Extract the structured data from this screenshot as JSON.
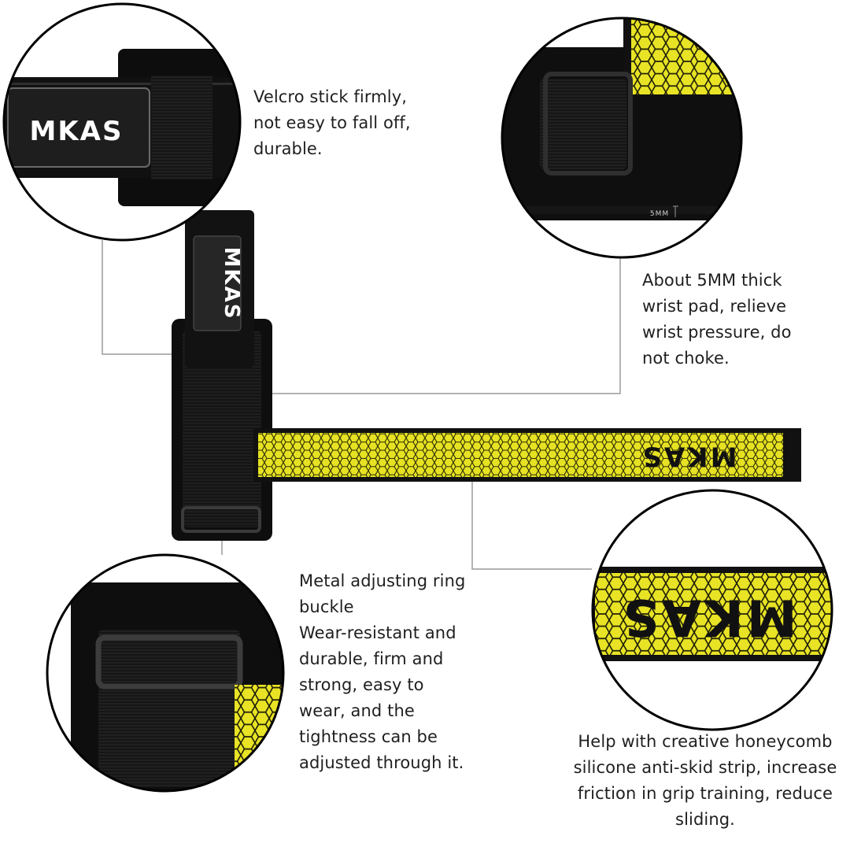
{
  "brand": {
    "logo_text": "MKAS"
  },
  "colors": {
    "strap_black": "#111111",
    "strap_yellow": "#e6e223",
    "honeycomb_line": "#1a1a00",
    "leader_line": "#9a9a9a",
    "circle_border": "#000000"
  },
  "callouts": {
    "velcro": "Velcro stick firmly,\nnot easy to fall off,\ndurable.",
    "pad": "About 5MM thick\nwrist pad, relieve\nwrist pressure, do\nnot choke.",
    "buckle": "Metal adjusting ring\nbuckle\nWear-resistant and\ndurable, firm and\nstrong, easy to\nwear, and the\ntightness can be\nadjusted through it.",
    "silicone": "Help with creative honeycomb\nsilicone anti-skid strip, increase\nfriction in grip training, reduce\nsliding."
  },
  "detail_labels": {
    "thickness_marker": "5MM"
  }
}
